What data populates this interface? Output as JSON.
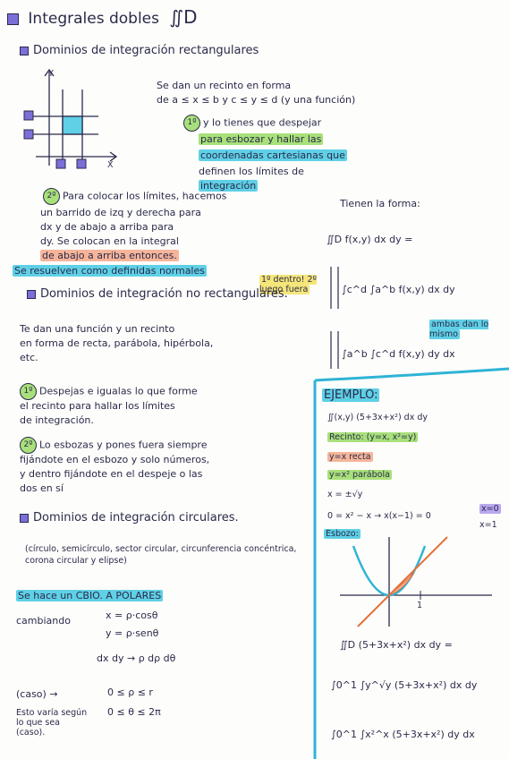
{
  "title": {
    "text": "Integrales dobles",
    "symbol": "∬D"
  },
  "rect": {
    "heading": "Dominios de integración rectangulares",
    "axis_y": "Y",
    "axis_x": "X",
    "line1": "Se dan un recinto en forma",
    "line2": "de a ≤ x ≤ b y c ≤ y ≤ d (y una función)",
    "step1": {
      "num": "1º",
      "l1": "y lo tienes que despejar",
      "l2": "para esbozar y hallar las",
      "l3": "coordenadas cartesianas que",
      "l4": "definen los límites de",
      "l5": "integración"
    },
    "step2": {
      "num": "2º",
      "l1": "Para colocar los límites, hacemos",
      "l2": "un barrido de izq y derecha para",
      "l3": "dx y de abajo a arriba para",
      "l4": "dy. Se colocan en la integral",
      "l5": "de abajo a arriba entonces."
    },
    "tienen": "Tienen la forma:",
    "formula1": "∬D f(x,y) dx dy =",
    "resuelven": "Se resuelven como definidas normales",
    "dentro": "1º dentro! 2º luego fuera",
    "int1": "∫c^d ∫a^b f(x,y) dx dy",
    "int2": "∫a^b ∫c^d f(x,y) dy dx",
    "ambas": "ambas dan lo mismo"
  },
  "norect": {
    "heading": "Dominios de integración no rectangulares.",
    "l1": "Te dan una función y un recinto",
    "l2": "en forma de recta, parábola, hipérbola,",
    "l3": "etc.",
    "s1": {
      "num": "1º",
      "l1": "Despejas e igualas lo que forme",
      "l2": "el recinto para hallar los límites",
      "l3": "de integración."
    },
    "s2": {
      "num": "2º",
      "l1": "Lo esbozas y pones fuera siempre",
      "l2": "fijándote en el esbozo y solo números,",
      "l3": "y dentro fijándote en el despeje o las",
      "l4": "dos en sí"
    }
  },
  "ejemplo": {
    "title": "EJEMPLO:",
    "f": "∬(x,y) (5+3x+x²) dx dy",
    "recinto": "Recinto: (y=x, x²=y)",
    "recta": "y=x recta",
    "parabola": "y=x² parábola",
    "x_eq": "x = ±√y",
    "eq": "0 = x² − x → x(x−1) = 0",
    "sol0": "x=0",
    "sol1": "x=1",
    "esbozo": "Esbozo:",
    "tick1": "1",
    "int_main": "∬D (5+3x+x²) dx dy =",
    "int_a": "∫0^1 ∫y^√y (5+3x+x²) dx dy",
    "int_b": "∫0^1 ∫x²^x (5+3x+x²) dy dx"
  },
  "circ": {
    "heading": "Dominios de integración circulares.",
    "list": "(círculo, semicírculo, sector circular, circunferencia concéntrica, corona circular y elipse)",
    "hace": "Se hace un CBIO. A POLARES",
    "cambiando": "cambiando",
    "p1": "x = ρ·cosθ",
    "p2": "y = ρ·senθ",
    "p3": "dx dy → ρ dρ dθ",
    "caso": "(caso) →",
    "r1": "0 ≤ ρ ≤ r",
    "r2": "0 ≤ θ ≤ 2π",
    "nota": "Esto varía según lo que sea (caso)."
  }
}
